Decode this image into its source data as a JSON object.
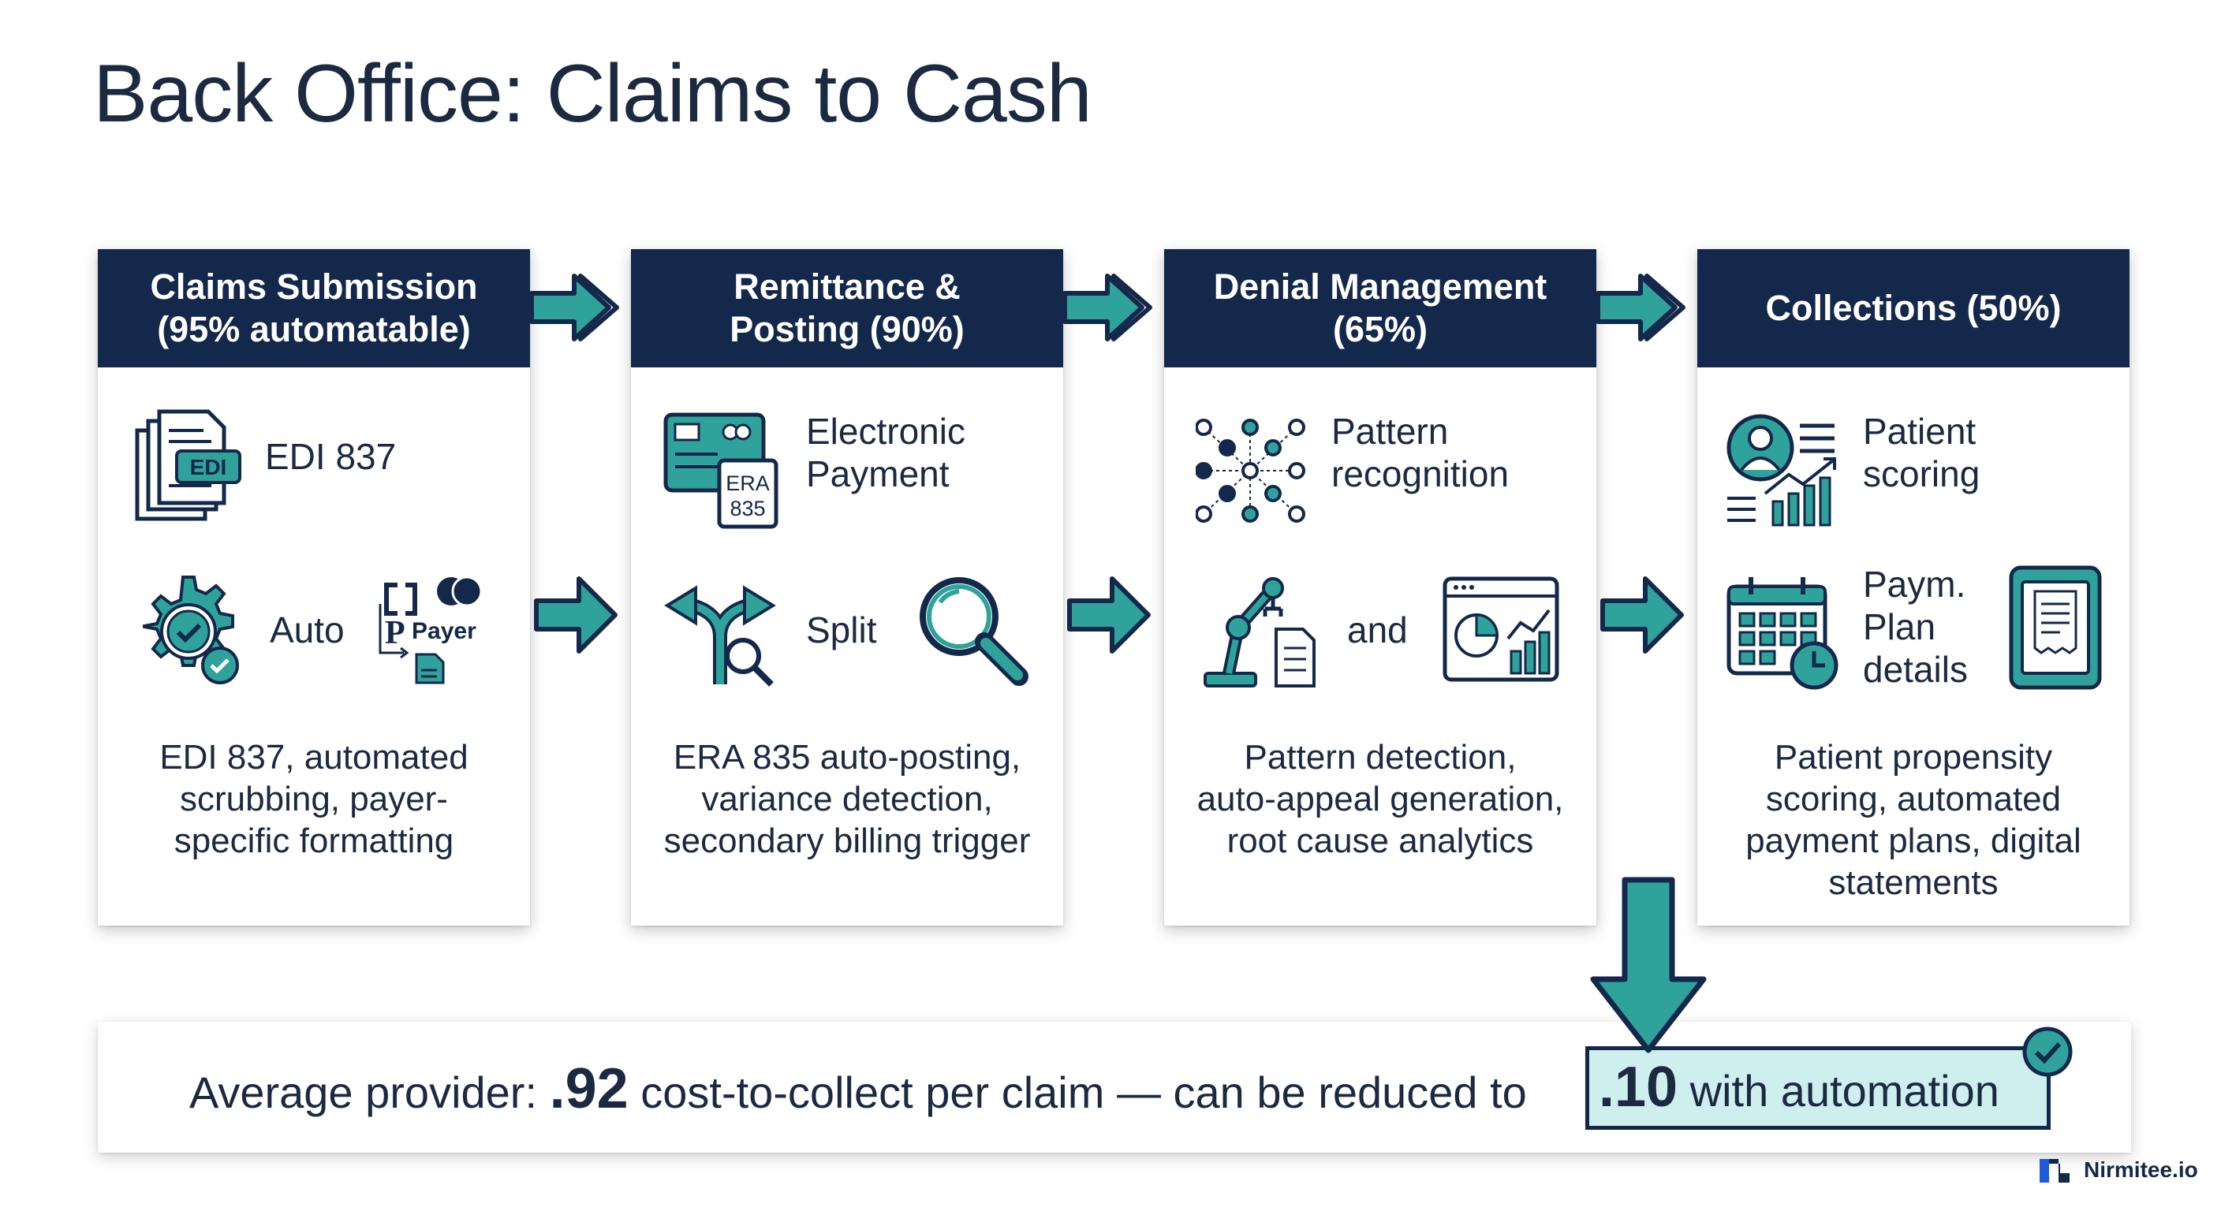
{
  "title": "Back Office: Claims to Cash",
  "stages": [
    {
      "header": [
        "Claims Submission",
        "(95% automatable)"
      ],
      "top_label": "EDI 837",
      "top_icon_text": "EDI",
      "bottom_label": "Auto",
      "payer_label": "Payer",
      "description": [
        "EDI 837, automated",
        "scrubbing, payer-",
        "specific formatting"
      ]
    },
    {
      "header": [
        "Remittance &",
        "Posting (90%)"
      ],
      "top_label": [
        "Electronic",
        "Payment"
      ],
      "top_icon_text": [
        "ERA",
        "835"
      ],
      "bottom_label": "Split",
      "description": [
        "ERA 835 auto-posting,",
        "variance detection,",
        "secondary billing trigger"
      ]
    },
    {
      "header": [
        "Denial Management",
        "(65%)"
      ],
      "top_label": [
        "Pattern",
        "recognition"
      ],
      "bottom_label": "and",
      "description": [
        "Pattern detection,",
        "auto-appeal generation,",
        "root cause analytics"
      ]
    },
    {
      "header": [
        "Collections (50%)"
      ],
      "top_label": [
        "Patient",
        "scoring"
      ],
      "bottom_label": [
        "Paym.",
        "Plan",
        "details"
      ],
      "description": [
        "Patient propensity",
        "scoring, automated",
        "payment plans, digital",
        "statements"
      ]
    }
  ],
  "summary": {
    "prefix": "Average provider: ",
    "value_before": ".92",
    "middle": " cost-to-collect per claim — can be reduced to ",
    "value_after": ".10",
    "suffix": " with automation"
  },
  "logo": "Nirmitee.io",
  "colors": {
    "navy": "#13284a",
    "teal": "#2fa39b",
    "highlight": "#cfeeee"
  }
}
